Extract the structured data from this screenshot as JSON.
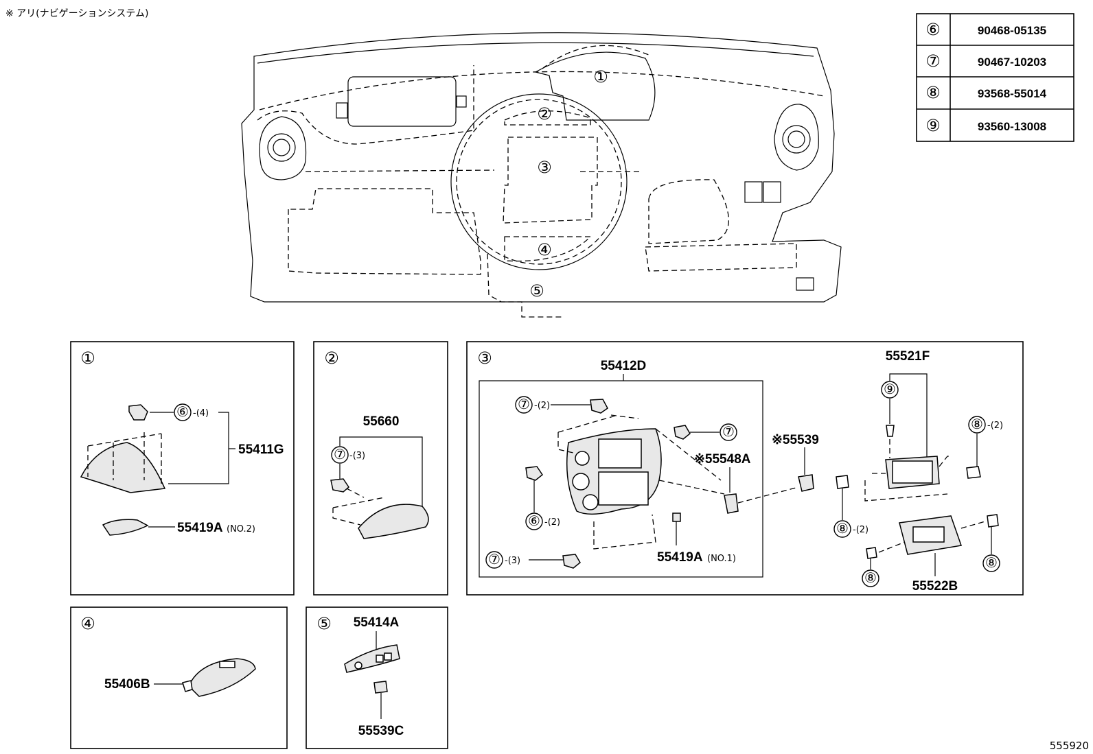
{
  "header_note": "※ アリ(ナビゲーションシステム)",
  "figure_code": "555920",
  "legend": [
    {
      "ref": "⑥",
      "part": "90468-05135"
    },
    {
      "ref": "⑦",
      "part": "90467-10203"
    },
    {
      "ref": "⑧",
      "part": "93568-55014"
    },
    {
      "ref": "⑨",
      "part": "93560-13008"
    }
  ],
  "overview_refs": [
    "①",
    "②",
    "③",
    "④",
    "⑤"
  ],
  "panels": {
    "p1": {
      "ref": "①",
      "fastener": "⑥",
      "fastener_qty": "-(4)",
      "part_main": "55411G",
      "part_sub": "55419A",
      "part_sub_note": "(NO.2)"
    },
    "p2": {
      "ref": "②",
      "part_main": "55660",
      "fastener": "⑦",
      "fastener_qty": "-(3)"
    },
    "p3": {
      "ref": "③",
      "part_frame": "55412D",
      "f7a": "⑦",
      "f7a_qty": "-(2)",
      "f7b": "⑦",
      "f6": "⑥",
      "f6_qty": "-(2)",
      "f7c": "⑦",
      "f7c_qty": "-(3)",
      "part_548a": "※55548A",
      "part_539": "※55539",
      "part_419a": "55419A",
      "part_419a_note": "(NO.1)",
      "part_521f": "55521F",
      "f9": "⑨",
      "f8a": "⑧",
      "f8a_qty": "-(2)",
      "f8b": "⑧",
      "f8b_qty": "-(2)",
      "f8c": "⑧",
      "f8d": "⑧",
      "part_522b": "55522B"
    },
    "p4": {
      "ref": "④",
      "part_main": "55406B"
    },
    "p5": {
      "ref": "⑤",
      "part_top": "55414A",
      "part_bottom": "55539C"
    }
  }
}
